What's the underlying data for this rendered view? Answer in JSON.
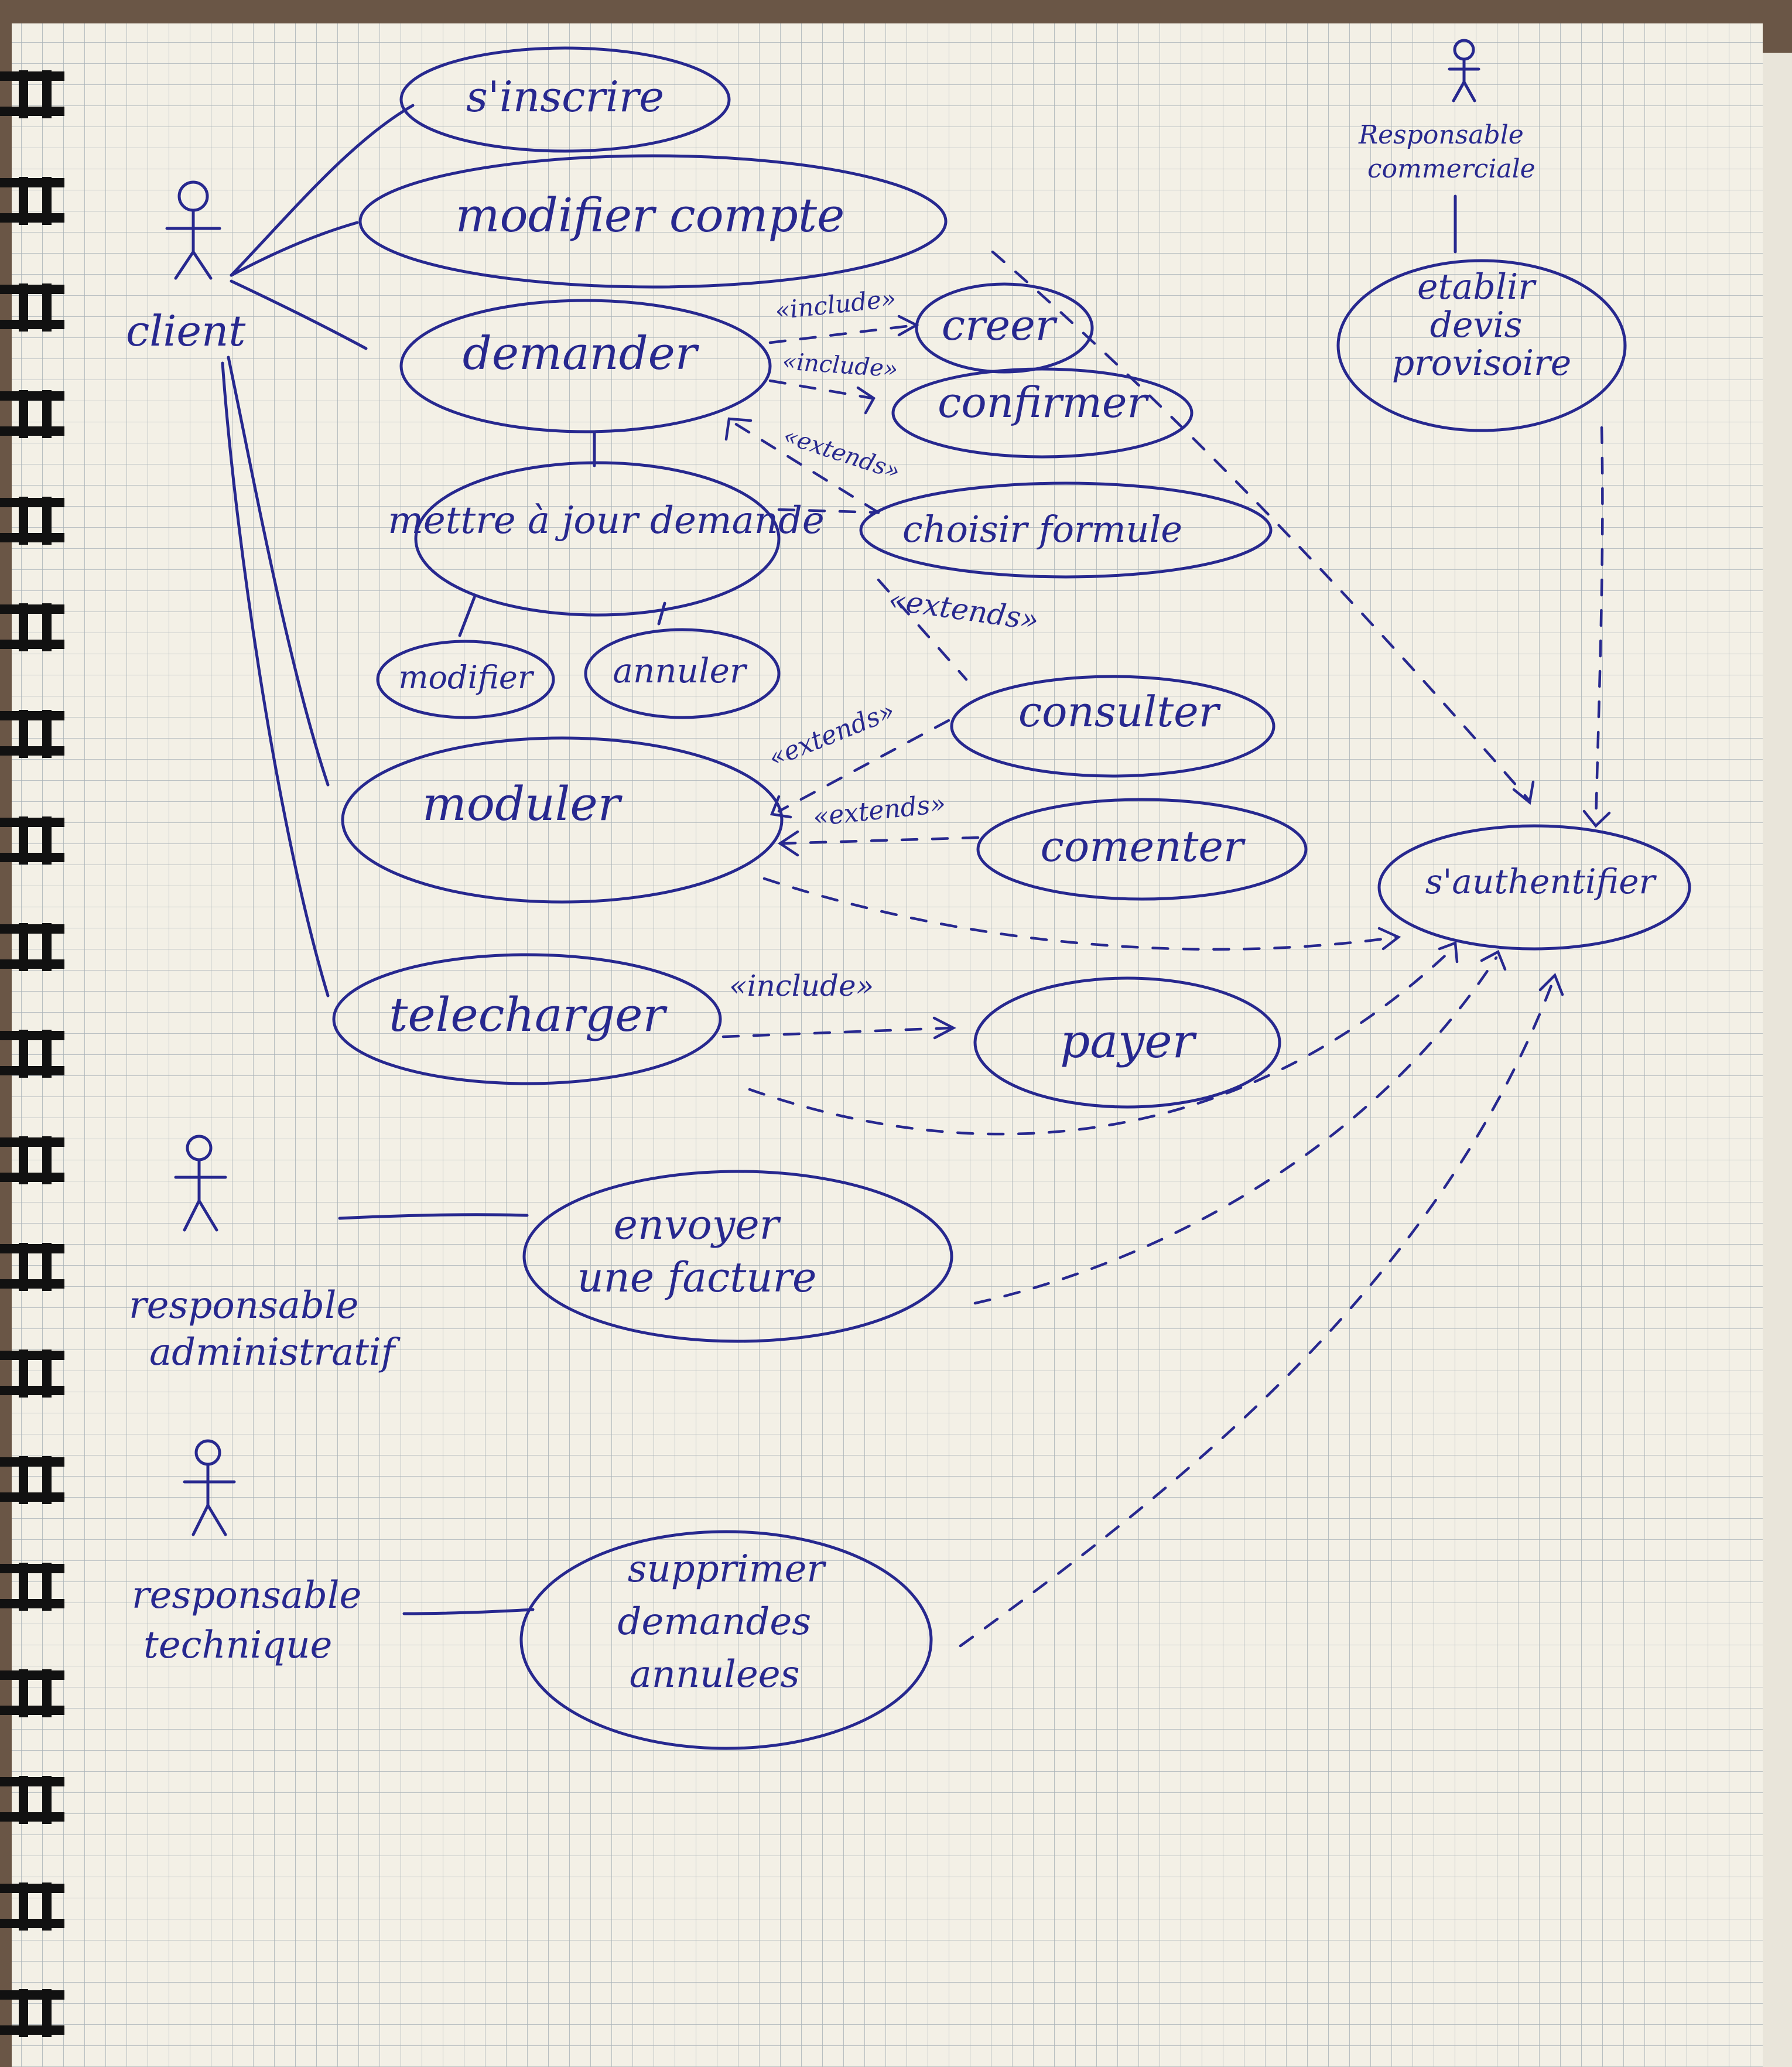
{
  "actors": [
    {
      "id": "client",
      "label": "client"
    },
    {
      "id": "resp_commercial",
      "label": "Responsable commerciale"
    },
    {
      "id": "resp_admin",
      "label": "responsable administratif"
    },
    {
      "id": "resp_tech",
      "label": "responsable technique"
    }
  ],
  "use_cases": [
    {
      "id": "sinscrire",
      "label": "s'inscrire"
    },
    {
      "id": "modifier_compte",
      "label": "modifier compte"
    },
    {
      "id": "demander",
      "label": "demander"
    },
    {
      "id": "creer",
      "label": "creer"
    },
    {
      "id": "confirmer",
      "label": "confirmer"
    },
    {
      "id": "choisir_formule",
      "label": "choisir formule"
    },
    {
      "id": "mettre_a_jour",
      "label": "mettre à jour demande"
    },
    {
      "id": "modifier",
      "label": "modifier"
    },
    {
      "id": "annuler",
      "label": "annuler"
    },
    {
      "id": "consulter",
      "label": "consulter"
    },
    {
      "id": "moduler",
      "label": "moduler"
    },
    {
      "id": "commenter",
      "label": "comenter"
    },
    {
      "id": "telecharger",
      "label": "telecharger"
    },
    {
      "id": "payer",
      "label": "payer"
    },
    {
      "id": "etablir_devis",
      "label": "etablir devis provisoire"
    },
    {
      "id": "authentifier",
      "label": "s'authentifier"
    },
    {
      "id": "envoyer_facture",
      "label": "envoyer une facture"
    },
    {
      "id": "supprimer_annulees",
      "label": "supprimer demandes annulees"
    }
  ],
  "associations": [
    [
      "client",
      "sinscrire"
    ],
    [
      "client",
      "modifier_compte"
    ],
    [
      "client",
      "demander"
    ],
    [
      "client",
      "moduler"
    ],
    [
      "client",
      "telecharger"
    ],
    [
      "resp_commercial",
      "etablir_devis"
    ],
    [
      "resp_admin",
      "envoyer_facture"
    ],
    [
      "resp_tech",
      "supprimer_annulees"
    ]
  ],
  "relations": [
    {
      "from": "demander",
      "to": "creer",
      "label": "«include»"
    },
    {
      "from": "demander",
      "to": "confirmer",
      "label": "«include»"
    },
    {
      "from": "choisir_formule",
      "to": "demander",
      "label": "«extends»"
    },
    {
      "from": "consulter",
      "to": "moduler",
      "label": "«extends»"
    },
    {
      "from": "commenter",
      "to": "moduler",
      "label": "«extends»"
    },
    {
      "from": "telecharger",
      "to": "payer",
      "label": "«include»"
    },
    {
      "from": "mettre_a_jour",
      "to": "demander",
      "label": ""
    },
    {
      "from": "modifier",
      "to": "mettre_a_jour",
      "label": ""
    },
    {
      "from": "annuler",
      "to": "mettre_a_jour",
      "label": ""
    },
    {
      "from": "consulter",
      "to": "choisir_formule",
      "label": "«extends»"
    },
    {
      "from": "modifier_compte",
      "to": "authentifier",
      "label": ""
    },
    {
      "from": "etablir_devis",
      "to": "authentifier",
      "label": ""
    },
    {
      "from": "moduler",
      "to": "authentifier",
      "label": ""
    },
    {
      "from": "telecharger",
      "to": "authentifier",
      "label": ""
    },
    {
      "from": "envoyer_facture",
      "to": "authentifier",
      "label": ""
    },
    {
      "from": "supprimer_annulees",
      "to": "authentifier",
      "label": ""
    }
  ],
  "colors": {
    "ink": "#27288f",
    "paper": "#f3f0e6",
    "grid": "#a9b3b8",
    "binding": "#111111",
    "background": "#5b4a3c"
  }
}
